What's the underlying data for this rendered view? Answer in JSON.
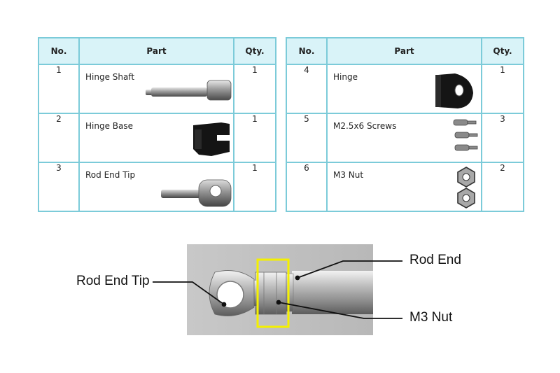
{
  "table_left": {
    "headers": {
      "no": "No.",
      "part": "Part",
      "qty": "Qty."
    },
    "rows": [
      {
        "no": "1",
        "part": "Hinge Shaft",
        "qty": "1",
        "image": "hinge-shaft-image"
      },
      {
        "no": "2",
        "part": "Hinge Base",
        "qty": "1",
        "image": "hinge-base-image"
      },
      {
        "no": "3",
        "part": "Rod End Tip",
        "qty": "1",
        "image": "rod-end-tip-image"
      }
    ]
  },
  "table_right": {
    "headers": {
      "no": "No.",
      "part": "Part",
      "qty": "Qty."
    },
    "rows": [
      {
        "no": "4",
        "part": "Hinge",
        "qty": "1",
        "image": "hinge-image"
      },
      {
        "no": "5",
        "part": "M2.5x6 Screws",
        "qty": "3",
        "image": "screws-image"
      },
      {
        "no": "6",
        "part": "M3 Nut",
        "qty": "2",
        "image": "nut-image"
      }
    ]
  },
  "callouts": {
    "rod_end_tip": "Rod End Tip",
    "rod_end": "Rod End",
    "m3_nut": "M3 Nut"
  },
  "colors": {
    "table_border": "#7ccbd9",
    "header_fill": "#d9f3f8",
    "highlight_box": "#f4f000"
  }
}
